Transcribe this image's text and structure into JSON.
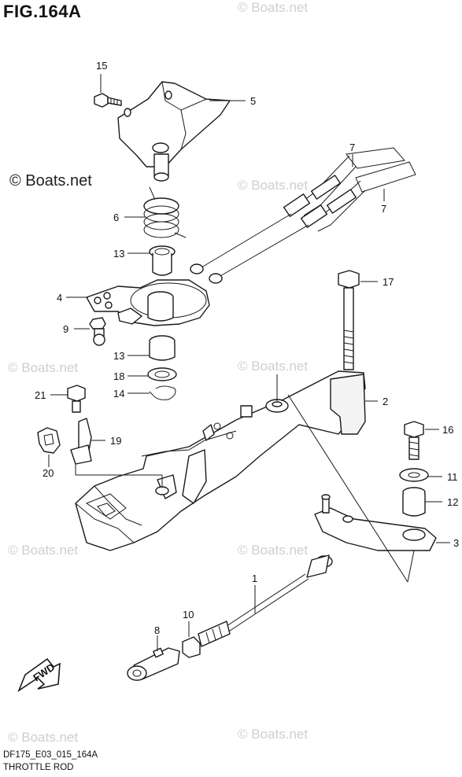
{
  "title": "FIG.164A",
  "watermark": {
    "main": "© Boats.net",
    "faint": "© Boats.net"
  },
  "footer": {
    "code": "DF175_E03_015_164A",
    "name": "THROTTLE ROD"
  },
  "fwd_label": "FWD",
  "callouts": [
    "15",
    "5",
    "7",
    "7",
    "6",
    "13",
    "4",
    "9",
    "13",
    "18",
    "14",
    "17",
    "21",
    "2",
    "19",
    "20",
    "16",
    "11",
    "12",
    "3",
    "1",
    "10",
    "8"
  ]
}
